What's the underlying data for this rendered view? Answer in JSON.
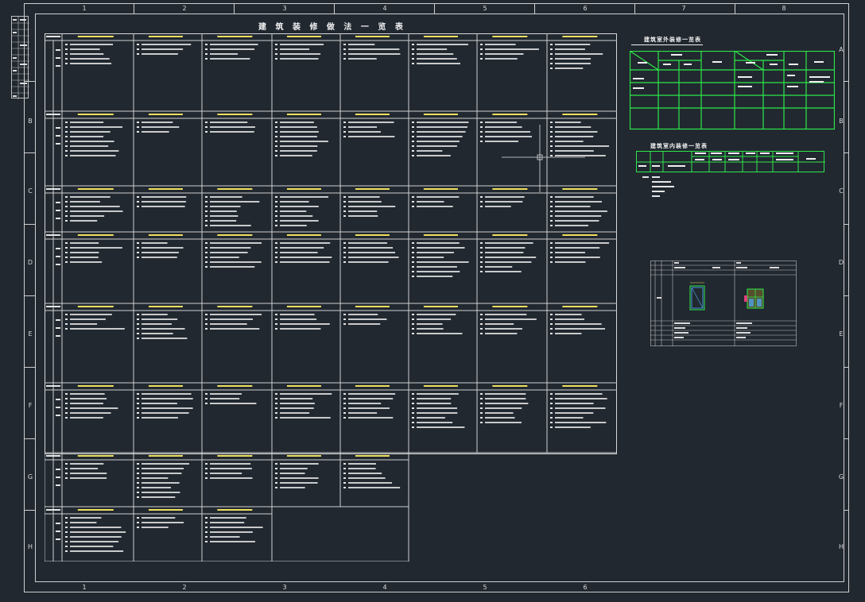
{
  "drawing": {
    "title": "建 筑 装 修 做 法 一 览 表",
    "right_table1_title": "建筑室外装修一览表",
    "right_table2_title": "建筑室内装修一览表"
  },
  "column_numbers_top": [
    "1",
    "2",
    "3",
    "4",
    "5",
    "6",
    "7",
    "8"
  ],
  "column_numbers_bottom": [
    "1",
    "2",
    "3",
    "4",
    "5",
    "6"
  ],
  "row_letters": [
    "A",
    "B",
    "C",
    "D",
    "E",
    "F",
    "G",
    "H"
  ],
  "colors": {
    "background": "#212830",
    "frame": "#cfcfcf",
    "green": "#2ee84a",
    "yellow": "#f0e060"
  }
}
